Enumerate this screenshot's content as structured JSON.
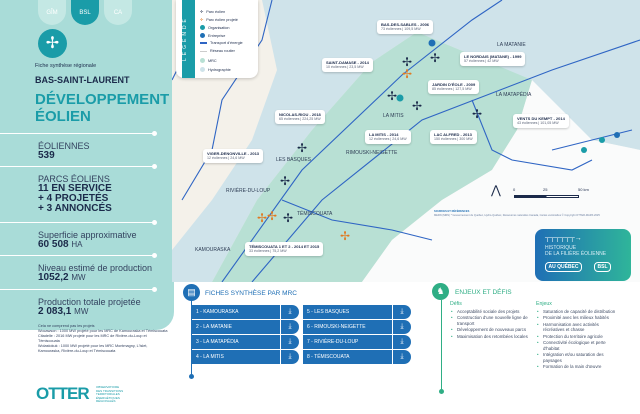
{
  "tabs": [
    {
      "label": "GÎM",
      "active": false
    },
    {
      "label": "BSL",
      "active": true
    },
    {
      "label": "CA",
      "active": false
    }
  ],
  "left": {
    "subtitle": "Fiche synthèse régionale",
    "region": "BAS-SAINT-LAURENT",
    "title_line1": "DÉVELOPPEMENT",
    "title_line2": "ÉOLIEN",
    "eoliennes_label": "ÉOLIENNES",
    "eoliennes_value": "539",
    "parcs_label": "PARCS ÉOLIENS",
    "parcs_line1": "11 EN SERVICE",
    "parcs_line2": "+ 4 PROJETÉS",
    "parcs_line3": "+ 3 ANNONCÉS",
    "superficie_label": "Superficie approximative",
    "superficie_value": "60 508",
    "superficie_unit": "HA",
    "production_label": "Niveau estimé de production",
    "production_value": "1052,2",
    "production_unit": "MW",
    "projetee_label": "Production totale projetée",
    "projetee_value": "2 083,1",
    "projetee_unit": "MW",
    "notes_intro": "Cela ne comprend pas les projets",
    "notes": [
      "Wocawson : 1000 MW projeté pour les MRC de Kamouraska et Témiscouata",
      "Citadelle : 2016 MW projeté pour les MRC de Rivière-du-Loup et Témiscouata",
      "Wolastokuk : 1000 MW projeté pour les MRC Montmagny, L'Islet, Kamouraska, Rivière-du-Loup et Témiscouata"
    ],
    "logo": "OTTER",
    "logo_sub": "OBSERVATOIRE DES TRANSITIONS TERRITORIALES ÉNERGÉTIQUES RÉGIONALES"
  },
  "legend": {
    "title": "LÉGENDE",
    "items": [
      "Parc éolien",
      "Parc éolien projeté",
      "Organisation",
      "Entreprise",
      "Transport d'énergie",
      "Réseau routier",
      "MRC",
      "Hydrographie"
    ]
  },
  "colors": {
    "teal": "#1a9ca8",
    "blue": "#1f6fb5",
    "green": "#2fae85",
    "orange": "#e07a22",
    "navy": "#1b2a4a"
  },
  "callouts": [
    {
      "name": "BAS-DES-SABLES - 2006",
      "detail": "73 éoliennes | 109,5 MW"
    },
    {
      "name": "SAINT-DAMASE - 2014",
      "detail": "10 éoliennes | 23,5 MW"
    },
    {
      "name": "LE NORDAIS (MATANE) - 1999",
      "detail": "57 éoliennes | 42 MW"
    },
    {
      "name": "JARDIN D'ÉOLE - 2009",
      "detail": "85 éoliennes | 127,5 MW"
    },
    {
      "name": "NICOLAS-RIOU - 2018",
      "detail": "65 éoliennes | 224,25 MW"
    },
    {
      "name": "LA MITIS - 2014",
      "detail": "12 éoliennes | 24,6 MW"
    },
    {
      "name": "LAC ALFRED - 2013",
      "detail": "150 éoliennes | 300 MW"
    },
    {
      "name": "VENTS DU KEMPT - 2014",
      "detail": "43 éoliennes | 101,05 MW"
    },
    {
      "name": "VIGER-DENONVILLE - 2013",
      "detail": "12 éoliennes | 24,6 MW"
    },
    {
      "name": "TÉMISCOUATA 1 ET 2 - 2014 ET 2015",
      "detail": "33 éoliennes | 75,2 MW"
    }
  ],
  "mrc_labels": [
    "LA MATANIE",
    "LA MATAPÉDIA",
    "LA MITIS",
    "LES BASQUES",
    "RIMOUSKI-NEIGETTE",
    "RIVIÈRE-DU-LOUP",
    "TÉMISCOUATA",
    "KAMOURASKA"
  ],
  "scale": {
    "ticks": [
      "0",
      "25",
      "50 km"
    ]
  },
  "sources": {
    "title": "SOURCES ET RÉFÉRENCES",
    "text": "MERN (MRN) * Gouvernement du Québec, Hydro-Québec, Ressources naturelles Canada, Cartes vectorielles © Copyright OTTER-MARS 2025"
  },
  "historique": {
    "line1": "HISTORIQUE",
    "line2": "DE LA FILIÈRE ÉOLIENNE",
    "btn1": "AU QUÉBEC",
    "btn2": "BSL"
  },
  "fiches": {
    "title": "FICHES SYNTHÈSE PAR MRC",
    "items": [
      "1 - KAMOURASKA",
      "2 - LA MATANIE",
      "3 - LA MATAPÉDIA",
      "4 - LA MITIS",
      "5 - LES BASQUES",
      "6 - RIMOUSKI-NEIGETTE",
      "7 - RIVIÈRE-DU-LOUP",
      "8 - TÉMISCOUATA"
    ]
  },
  "enjeux": {
    "title": "ENJEUX ET DÉFIS",
    "defis_title": "Défis",
    "defis": [
      "Acceptabilité sociale des projets",
      "Construction d'une nouvelle ligne de transport",
      "Développement de nouveaux parcs",
      "Maximisation des retombées locales"
    ],
    "enjeux_title": "Enjeux",
    "enjeux": [
      "Saturation de capacité de distribution",
      "Proximité avec les milieux habités",
      "Harmonisation avec activités récréatives et chasse",
      "Protection du territoire agricole",
      "Connectivité écologique et perte d'habitat",
      "Intégration et/ou saturation des paysages",
      "Formation de la main d'œuvre"
    ]
  }
}
